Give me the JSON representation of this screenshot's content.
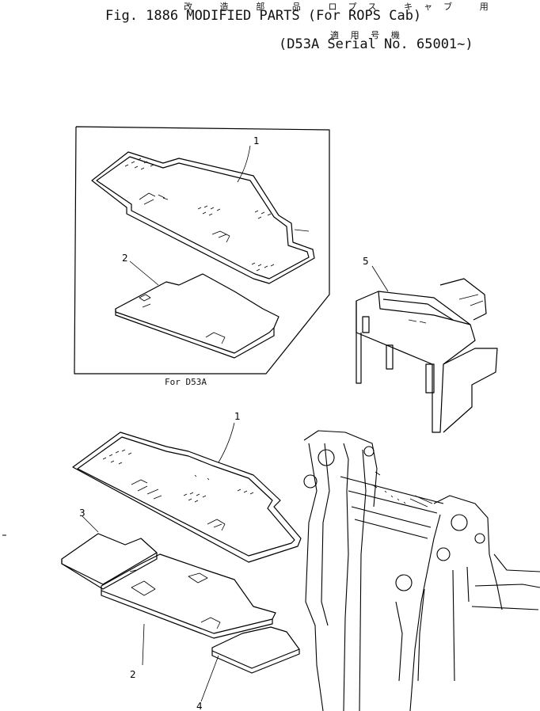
{
  "header": {
    "jp_title": "改 造 部 品 ロプス キャブ 用",
    "fig_title": "Fig. 1886  MODIFIED PARTS (For ROPS Cab)",
    "jp_models": "適 用 号 機",
    "serial": "(D53A Serial No. 65001~)"
  },
  "inset": {
    "label": "For D53A"
  },
  "callouts": {
    "p1_top": "1",
    "p2_top": "2",
    "p5": "5",
    "p1_bottom": "1",
    "p3": "3",
    "p2_bottom": "2",
    "p4": "4"
  }
}
